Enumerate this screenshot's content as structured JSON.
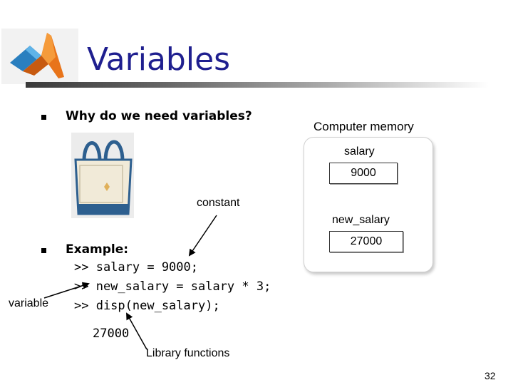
{
  "slide": {
    "title": "Variables",
    "page_number": "32"
  },
  "bullets": [
    {
      "text": "Why do we need variables?"
    },
    {
      "text": "Example:"
    }
  ],
  "code_lines": [
    ">> salary = 9000;",
    ">> new_salary = salary * 3;",
    ">> disp(new_salary);"
  ],
  "output": "27000",
  "annotations": {
    "constant": "constant",
    "variable": "variable",
    "library_functions": "Library functions"
  },
  "memory": {
    "heading": "Computer memory",
    "cells": [
      {
        "name": "salary",
        "value": "9000"
      },
      {
        "name": "new_salary",
        "value": "27000"
      }
    ]
  },
  "colors": {
    "title": "#1f1f8f",
    "logo_orange": "#e8741a",
    "logo_blue": "#2a7fbf",
    "bag_blue": "#2d5f8f",
    "bag_canvas": "#f1ead8"
  }
}
